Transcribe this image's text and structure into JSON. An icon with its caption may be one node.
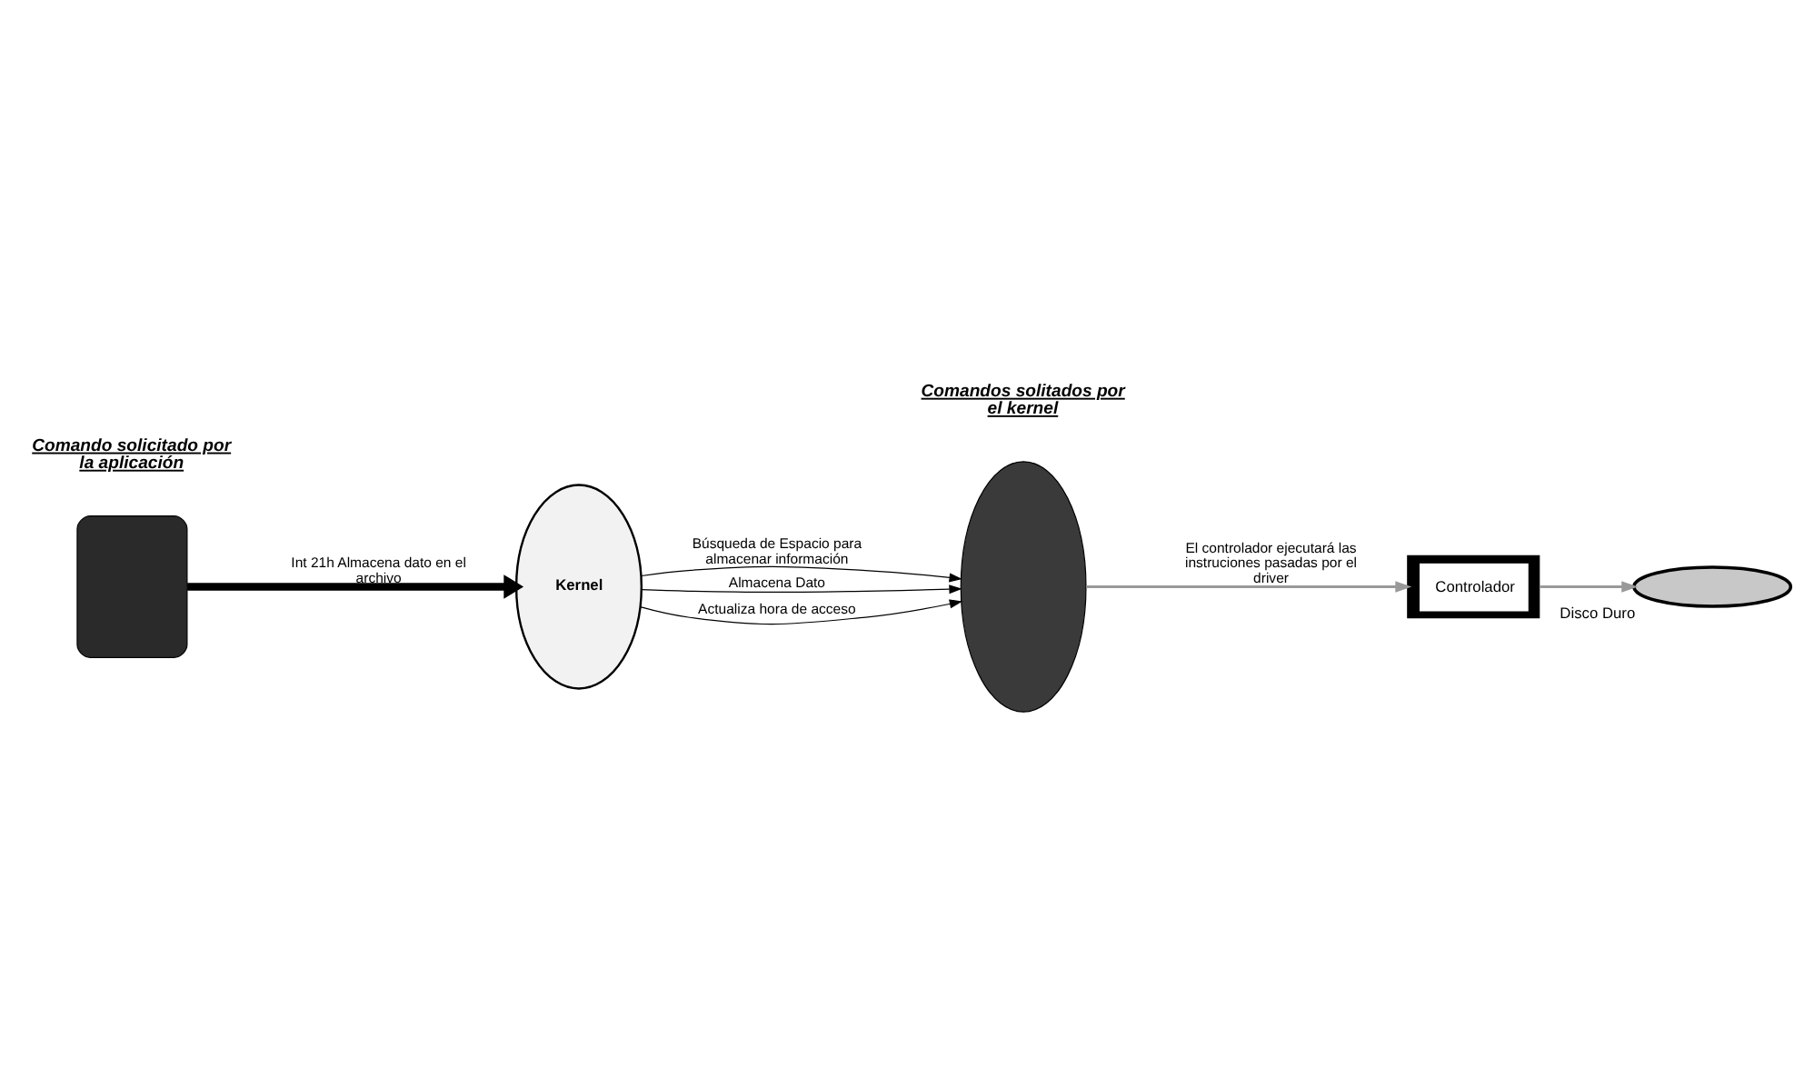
{
  "diagram": {
    "nodes": [
      {
        "text": [],
        "shape": "box"
      },
      {
        "text": [
          "Kernel"
        ]
      },
      {
        "text": [],
        "shape": "ellipse"
      },
      {
        "text": [
          "Controlador"
        ]
      },
      {
        "text": [],
        "shape": "ellipse",
        "beside": [
          "Disco Duro"
        ]
      }
    ],
    "edges": [
      {
        "from": 0,
        "to": 1,
        "arrow": "to",
        "label": "Int 21h Almacena dato en el archivo",
        "style": "thick"
      },
      {
        "from": 1,
        "to": 2,
        "arrow": "to",
        "label": "Búsqueda de Espacio para almacenar información"
      },
      {
        "from": 1,
        "to": 2,
        "arrow": "to",
        "label": "Almacena Dato"
      },
      {
        "from": 1,
        "to": 2,
        "arrow": "to",
        "label": "Actualiza hora de acceso"
      },
      {
        "from": 2,
        "to": 3,
        "arrow": "to",
        "label": "El controlador ejecutará las instruciones pasadas por el driver",
        "color": "#999999"
      },
      {
        "from": 3,
        "to": 4,
        "arrow": "to",
        "color": "#999999"
      }
    ],
    "labels": [
      "Comando solicitado por la aplicación",
      "Comandos solitados por el kernel"
    ]
  }
}
